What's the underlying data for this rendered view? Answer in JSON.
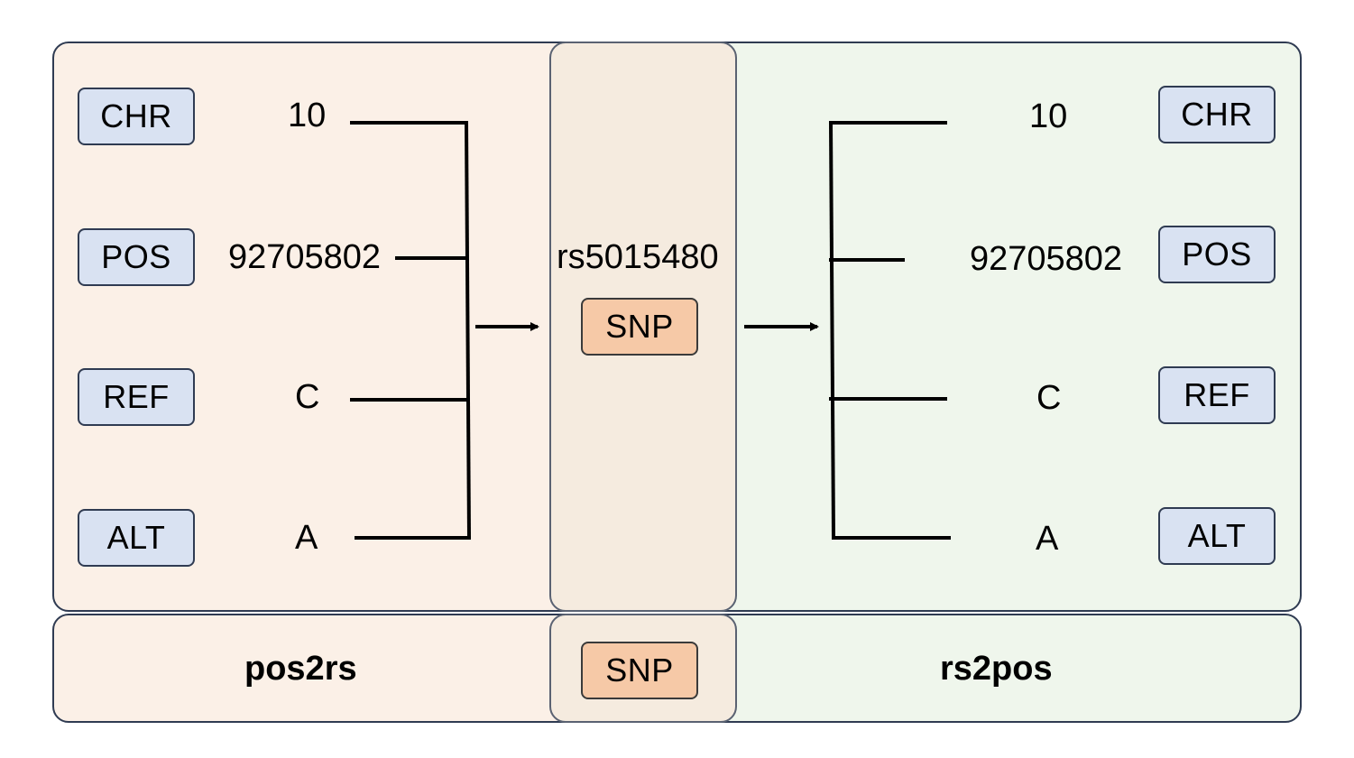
{
  "left": {
    "fields": [
      {
        "tag": "CHR",
        "value": "10"
      },
      {
        "tag": "POS",
        "value": "92705802"
      },
      {
        "tag": "REF",
        "value": "C"
      },
      {
        "tag": "ALT",
        "value": "A"
      }
    ],
    "bottom_label": "pos2rs"
  },
  "center": {
    "rsid": "rs5015480",
    "snp_tag": "SNP",
    "bottom_snp_tag": "SNP"
  },
  "right": {
    "fields": [
      {
        "tag": "CHR",
        "value": "10"
      },
      {
        "tag": "POS",
        "value": "92705802"
      },
      {
        "tag": "REF",
        "value": "C"
      },
      {
        "tag": "ALT",
        "value": "A"
      }
    ],
    "bottom_label": "rs2pos"
  },
  "colors": {
    "left_bg": "#fbf0e7",
    "center_bg": "#f5ebdf",
    "right_bg": "#eff6ec",
    "tag_bg": "#d9e2f2",
    "snp_bg": "#f6c9a7",
    "border": "#2f3b52"
  }
}
